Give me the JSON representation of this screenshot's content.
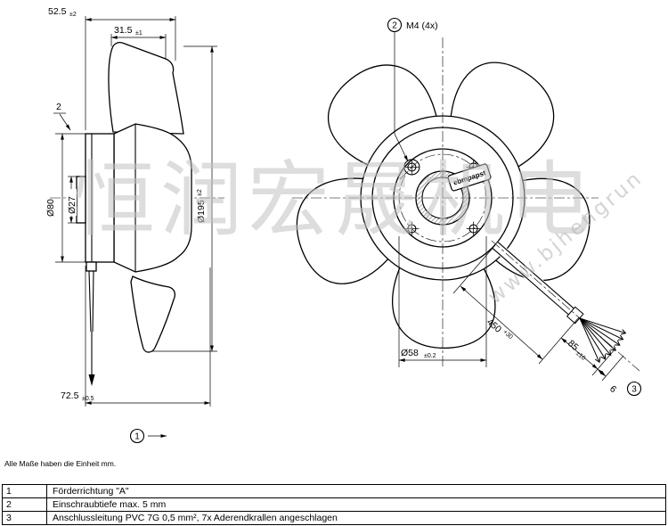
{
  "dims": {
    "depth1": {
      "v": "52.5",
      "t": "±2"
    },
    "depth2": {
      "v": "31.5",
      "t": "±1"
    },
    "gap": "2",
    "motor_d": "Ø80",
    "boss_d": "Ø27",
    "imp_d": {
      "v": "Ø195",
      "t": "±2"
    },
    "total_depth": {
      "v": "72.5",
      "t": "±0.5"
    },
    "bolt": "M4 (4x)",
    "pitch_d": {
      "v": "Ø58",
      "t": "±0.2"
    },
    "strip": {
      "v": "85",
      "t": "±10"
    },
    "cable": {
      "v": "450",
      "t": "+30"
    },
    "crimp": "6"
  },
  "callouts": {
    "one": "1",
    "two": "2",
    "three": "3"
  },
  "brand": "ebmpapst",
  "watermark": {
    "text": "恒润宏晟机电",
    "url": "www.bjhengrun"
  },
  "note": "Alle Maße haben die Einheit mm.",
  "table": {
    "rows": [
      {
        "n": "1",
        "d": "Förderrichtung \"A\""
      },
      {
        "n": "2",
        "d": "Einschraubtiefe max. 5 mm"
      },
      {
        "n": "3",
        "d": "Anschlussleitung PVC 7G 0,5 mm², 7x Aderendkrallen angeschlagen"
      }
    ]
  }
}
